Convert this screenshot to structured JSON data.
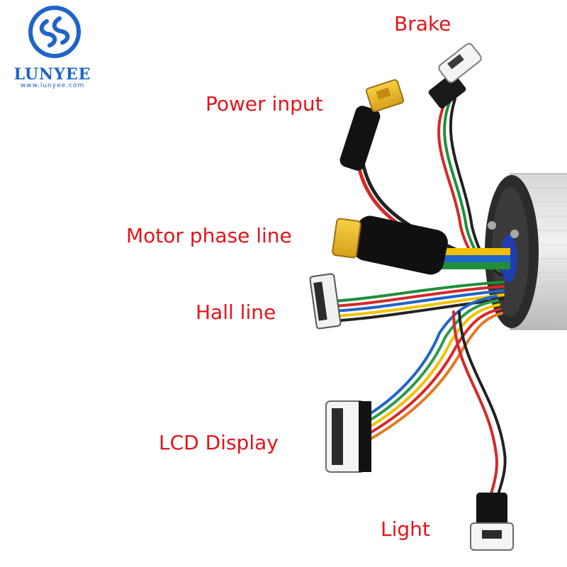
{
  "logo": {
    "brand": "LUNYEE",
    "url": "www.lunyee.com",
    "color": "#1f64c8"
  },
  "labels": {
    "brake": "Brake",
    "power_input": "Power input",
    "motor_phase_line": "Motor phase line",
    "hall_line": "Hall line",
    "lcd_display": "LCD Display",
    "light": "Light"
  },
  "label_color": "#e4141b"
}
